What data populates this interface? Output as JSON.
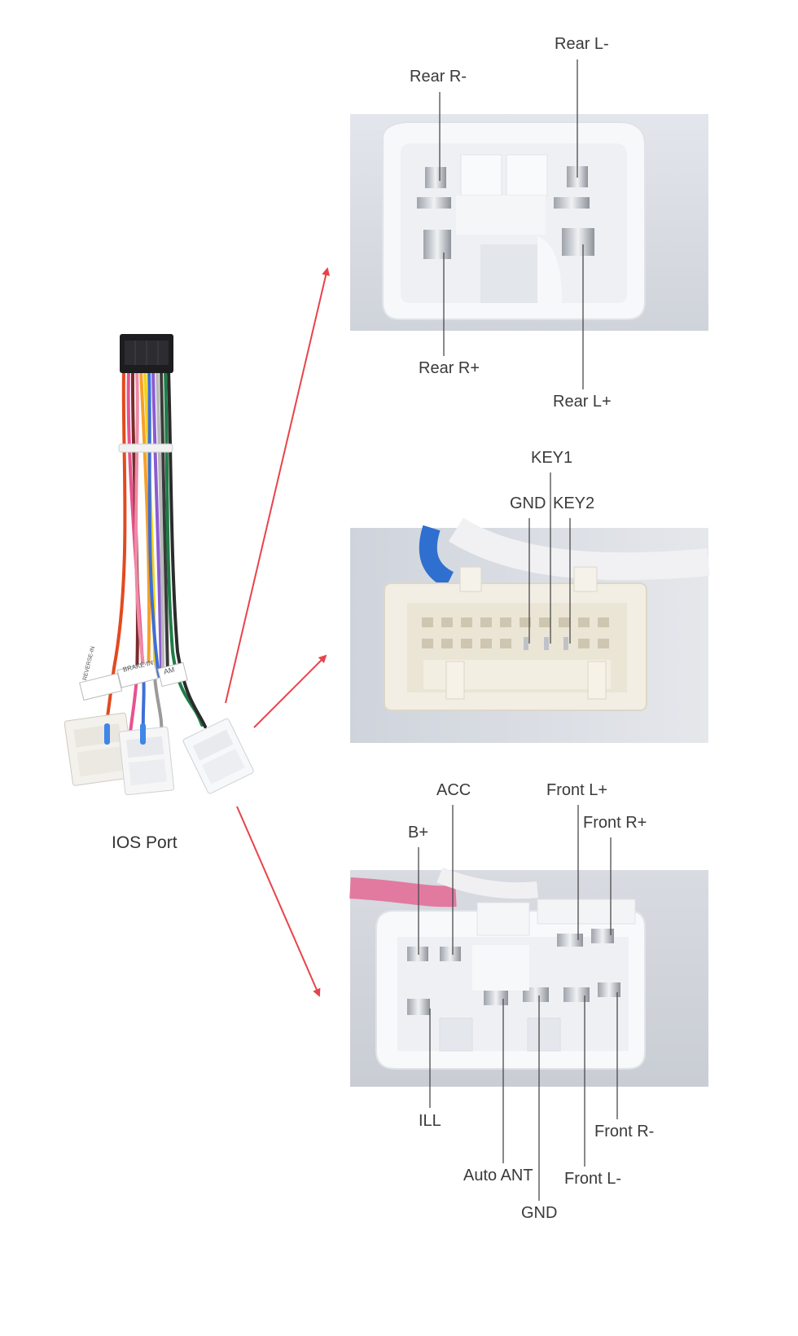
{
  "harness": {
    "caption": "IOS Port",
    "tags": [
      "REVERSE-IN",
      "BRAKE-IN",
      "AM"
    ],
    "colors": {
      "arrow": "#e8434a",
      "leader": "#4a4a4a",
      "housing": "#f4f6f9",
      "photo_bg": "#d9dce3",
      "pin": "#c9ccd2",
      "plug_black": "#1d1d1f"
    }
  },
  "connectors": [
    {
      "id": "speaker-rear",
      "labels": [
        "Rear R-",
        "Rear L-",
        "Rear R+",
        "Rear L+"
      ]
    },
    {
      "id": "key-control",
      "labels": [
        "KEY1",
        "GND",
        "KEY2"
      ]
    },
    {
      "id": "power-front",
      "labels": [
        "ACC",
        "Front L+",
        "B+",
        "Front R+",
        "ILL",
        "Front R-",
        "Auto ANT",
        "Front L-",
        "GND"
      ]
    }
  ]
}
